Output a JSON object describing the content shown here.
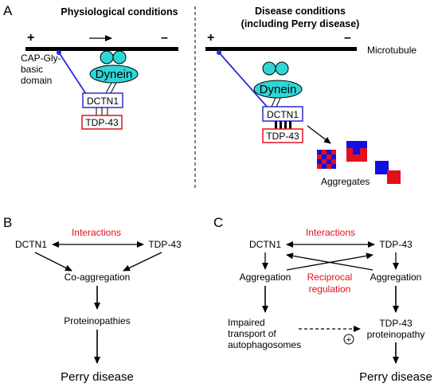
{
  "panels": {
    "a": {
      "letter": "A"
    },
    "b": {
      "letter": "B"
    },
    "c": {
      "letter": "C"
    }
  },
  "panel_a": {
    "physio_title": "Physiological conditions",
    "disease_title_line1": "Disease conditions",
    "disease_title_line2": "(including Perry disease)",
    "plus": "+",
    "minus": "–",
    "microtubule": "Microtubule",
    "capgly_line1": "CAP-Gly-",
    "capgly_line2": "basic",
    "capgly_line3": "domain",
    "dynein": "Dynein",
    "dctn1": "DCTN1",
    "tdp43": "TDP-43",
    "aggregates": "Aggregates"
  },
  "panel_b": {
    "interactions": "Interactions",
    "dctn1": "DCTN1",
    "tdp43": "TDP-43",
    "coaggregation": "Co-aggregation",
    "proteinopathies": "Proteinopathies",
    "perry": "Perry disease"
  },
  "panel_c": {
    "interactions": "Interactions",
    "dctn1": "DCTN1",
    "tdp43": "TDP-43",
    "aggregation_left": "Aggregation",
    "aggregation_right": "Aggregation",
    "reciprocal_line1": "Reciprocal",
    "reciprocal_line2": "regulation",
    "impaired_line1": "Impaired",
    "impaired_line2": "transport of",
    "impaired_line3": "autophagosomes",
    "tdp_prot_line1": "TDP-43",
    "tdp_prot_line2": "proteinopathy",
    "plus_circle": "+",
    "perry": "Perry disease"
  },
  "colors": {
    "dynein": "#2ed6d6",
    "dctn1_box": "#2a2ad6",
    "tdp43_box": "#e3101b",
    "highlight_text": "#e3101b",
    "aggregate_blue": "#1010e6",
    "aggregate_red": "#e3101b"
  }
}
